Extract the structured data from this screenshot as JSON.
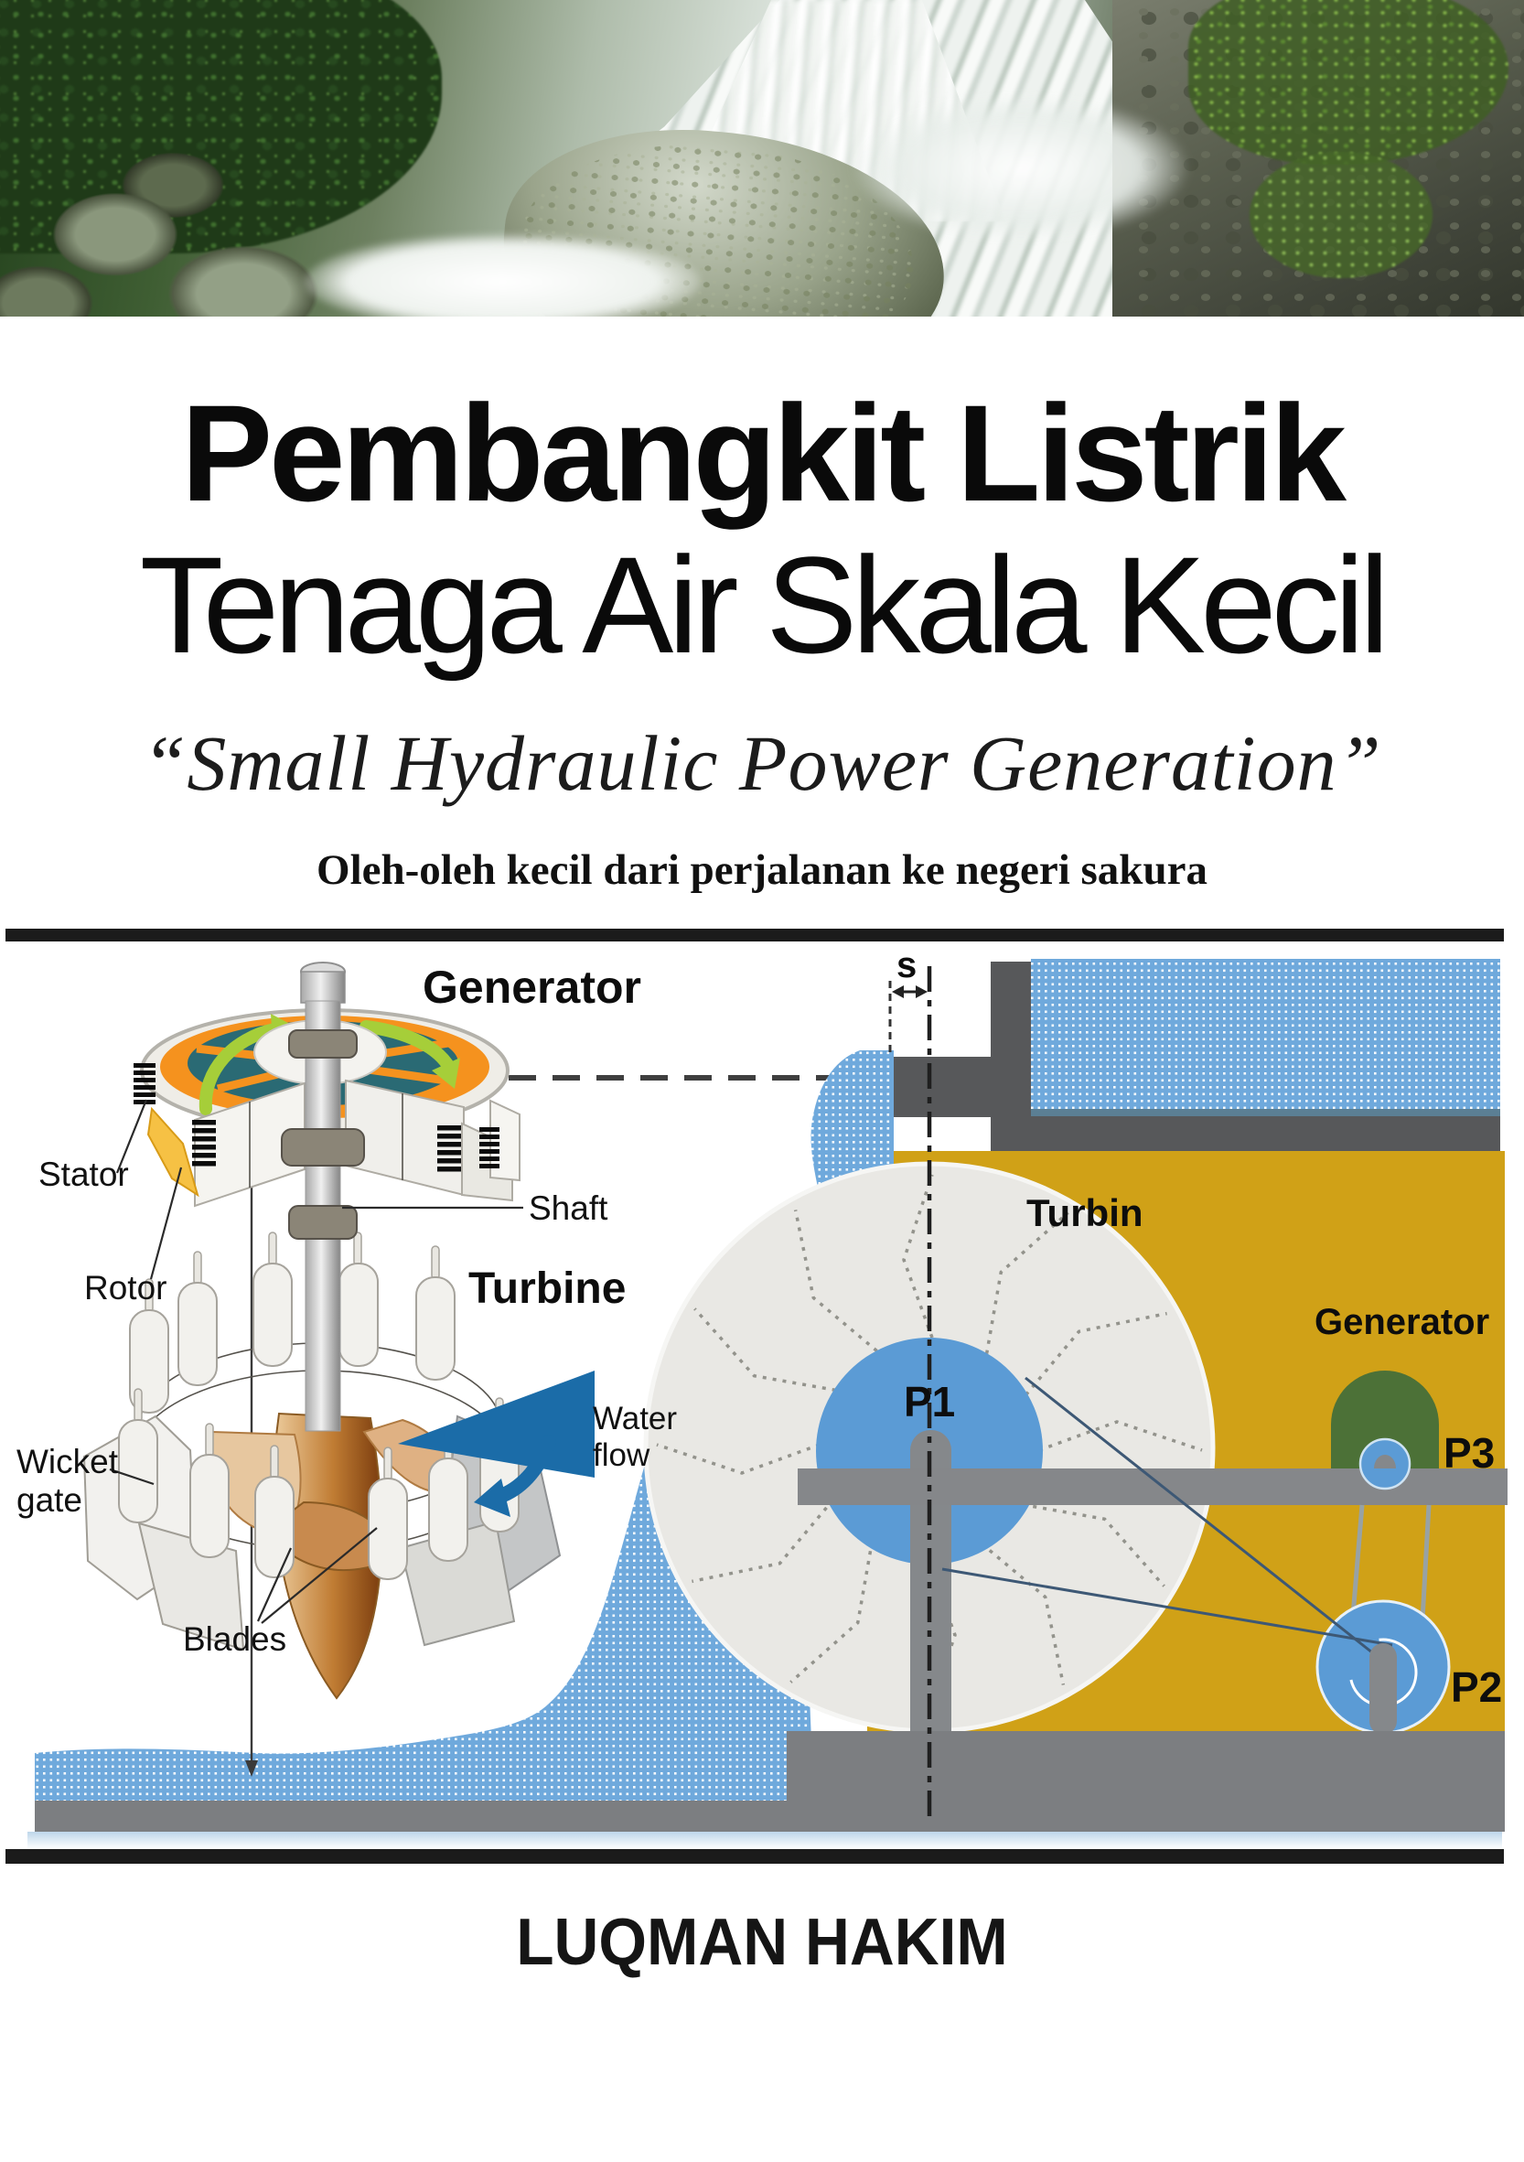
{
  "cover": {
    "title_line1": "Pembangkit Listrik",
    "title_line2": "Tenaga Air Skala Kecil",
    "subtitle": "“Small Hydraulic Power Generation”",
    "tagline": "Oleh-oleh kecil dari perjalanan ke negeri sakura",
    "author": "LUQMAN HAKIM"
  },
  "left_diagram": {
    "labels": {
      "generator": "Generator",
      "stator": "Stator",
      "rotor": "Rotor",
      "shaft": "Shaft",
      "turbine": "Turbine",
      "wicket_line1": "Wicket",
      "wicket_line2": "gate",
      "water_line1": "Water",
      "water_line2": "flow",
      "blades": "Blades"
    }
  },
  "right_diagram": {
    "labels": {
      "gap": "s",
      "turbine": "Turbin",
      "generator": "Generator",
      "p1": "P1",
      "p2": "P2",
      "p3": "P3"
    }
  },
  "colors": {
    "water_blue": "#6FA9DC",
    "dam_gray": "#57585A",
    "beam_gray": "#85878A",
    "floor_gray": "#7C7E81",
    "gold": "#D0A117",
    "wheel_gray": "#E9E8E4",
    "pulley_blue": "#5B9BD5",
    "generator_green": "#4C7137",
    "arrow_green": "#A6CE39",
    "stator_orange": "#F5921E",
    "rotor_teal": "#2A6A74",
    "blade_copper": "#B06A28",
    "flow_blue": "#1B6CA8",
    "bar_black": "#1B1B1B"
  }
}
